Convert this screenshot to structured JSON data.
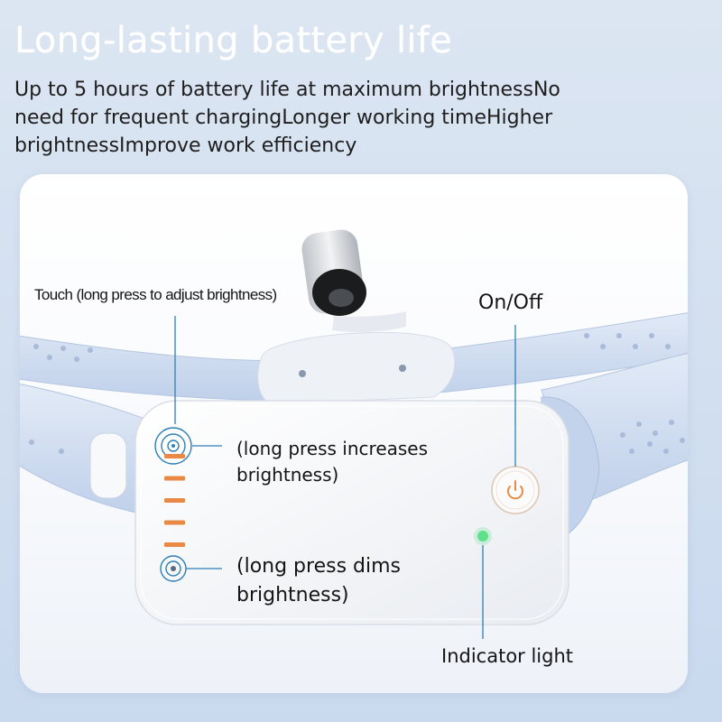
{
  "header": {
    "title": "Long-lasting battery life",
    "subtitle": "Up to 5 hours of battery life at maximum brightnessNo need for frequent chargingLonger working timeHigher brightnessImprove work efficiency"
  },
  "callouts": {
    "touch": "Touch (long press to adjust brightness)",
    "on_off": "On/Off",
    "increase": "(long press increases brightness)",
    "dim": "(long press dims brightness)",
    "indicator": "Indicator light"
  },
  "colors": {
    "accent_orange": "#e88a46",
    "indicator_green": "#5fe08a",
    "pointer_line": "#2f7fb5",
    "strap_blue": "#c9d8ee"
  },
  "brightness_level_marks": 5
}
